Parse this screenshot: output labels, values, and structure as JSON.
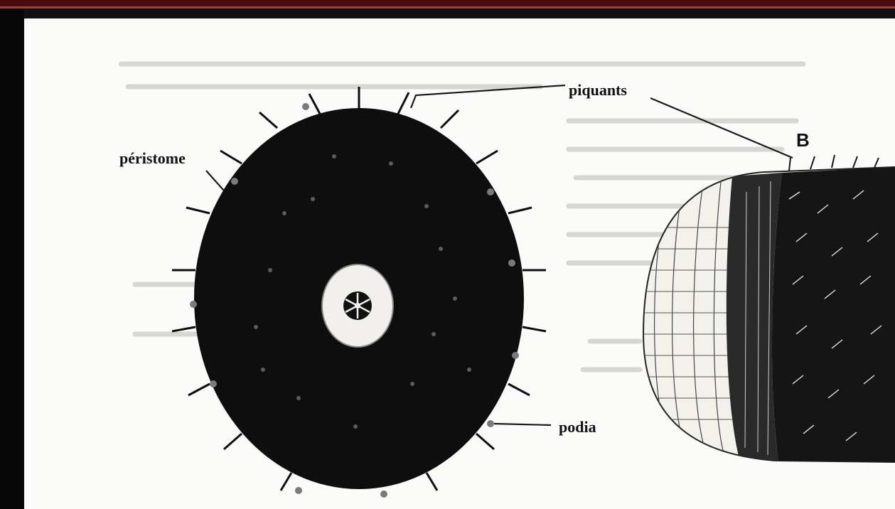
{
  "figure": {
    "labels": {
      "piquants": "piquants",
      "peristome": "péristome",
      "podia": "podia",
      "panel_b": "B"
    }
  },
  "colors": {
    "top_rule_dark": "#4a0d0d",
    "top_rule_light": "#a33b3b",
    "ink": "#111111",
    "paper": "#fbfbfa"
  }
}
